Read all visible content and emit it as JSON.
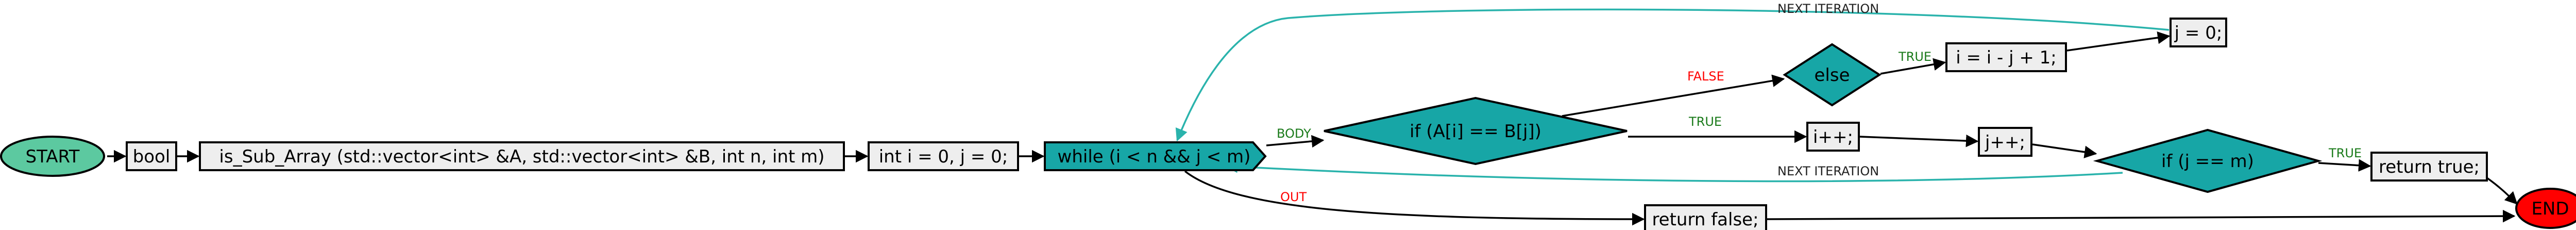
{
  "colors": {
    "start_fill": "#5cc9a0",
    "end_fill": "#ff0000",
    "decision_fill": "#17a6a6",
    "statement_fill": "#eeeeee",
    "loop_edge": "#2ab3ac",
    "label_true": "#1a7a1a",
    "label_false": "#ff0000",
    "label_body": "#1a7a1a",
    "label_out": "#ff0000",
    "label_next": "#222222"
  },
  "nodes": {
    "start": "START",
    "bool": "bool",
    "signature": "is_Sub_Array (std::vector<int> &A, std::vector<int> &B, int n, int m)",
    "init": "int i = 0, j = 0;",
    "while": "while (i < n && j < m)",
    "if_eq": "if (A[i] == B[j])",
    "else": "else",
    "reset_i": "i = i - j + 1;",
    "reset_j": "j = 0;",
    "inc_i": "i++;",
    "inc_j": "j++;",
    "if_jm": "if (j == m)",
    "return_true": "return true;",
    "return_false": "return false;",
    "end": "END"
  },
  "edge_labels": {
    "body": "BODY",
    "out": "OUT",
    "false": "FALSE",
    "true_if": "TRUE",
    "true_else": "TRUE",
    "true_jm": "TRUE",
    "next_top": "NEXT ITERATION",
    "next_bottom": "NEXT ITERATION"
  }
}
